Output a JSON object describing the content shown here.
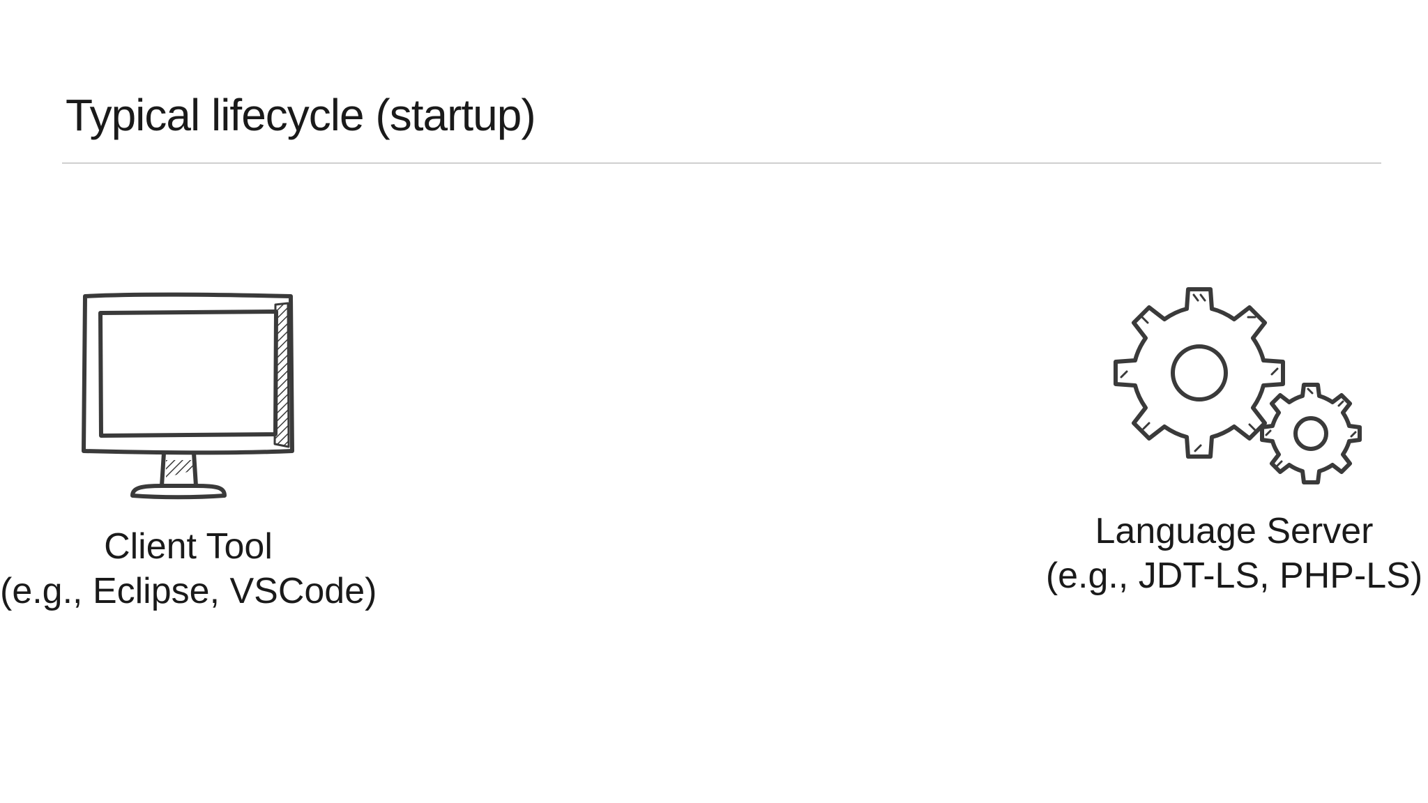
{
  "slide": {
    "title": "Typical lifecycle (startup)"
  },
  "client": {
    "name": "Client Tool",
    "examples": "(e.g., Eclipse, VSCode)",
    "icon": "monitor-icon"
  },
  "server": {
    "name": "Language Server",
    "examples": "(e.g., JDT-LS, PHP-LS)",
    "icon": "gears-icon"
  },
  "colors": {
    "ink": "#3a3a3a",
    "text": "#1a1a1a",
    "rule": "#cfcfcf",
    "background": "#ffffff"
  }
}
